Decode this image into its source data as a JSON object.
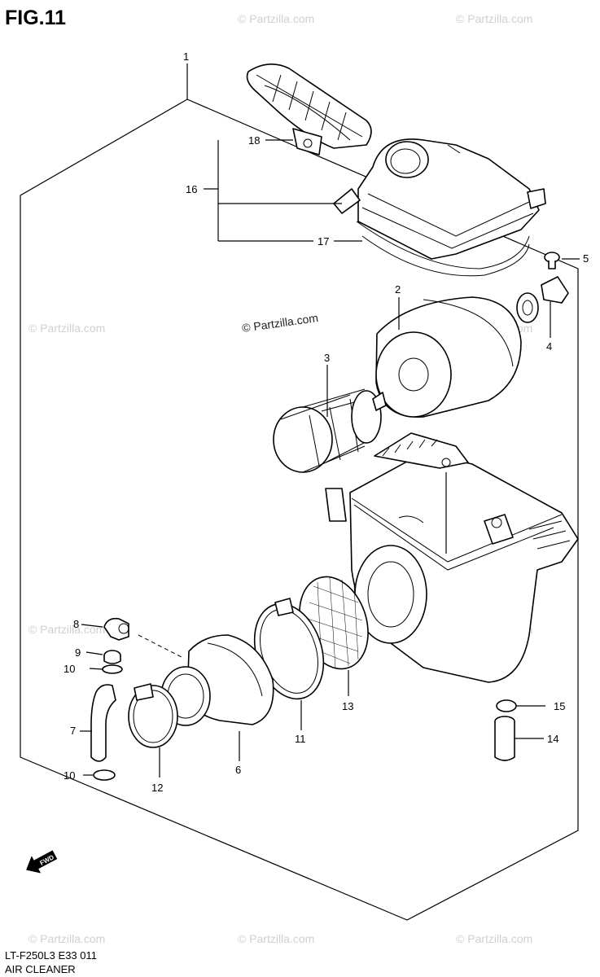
{
  "figure": {
    "title": "FIG.11",
    "model_code": "LT-F250L3  E33  011",
    "caption": "AIR CLEANER",
    "fwd_label": "FWD"
  },
  "watermarks": {
    "faint_text": "© Partzilla.com",
    "center_text": "© Partzilla.com"
  },
  "callouts": {
    "c1": "1",
    "c2": "2",
    "c3": "3",
    "c4": "4",
    "c5": "5",
    "c6": "6",
    "c7": "7",
    "c8": "8",
    "c9": "9",
    "c10a": "10",
    "c10b": "10",
    "c11": "11",
    "c12": "12",
    "c13": "13",
    "c14": "14",
    "c15": "15",
    "c16": "16",
    "c17": "17",
    "c18": "18"
  }
}
